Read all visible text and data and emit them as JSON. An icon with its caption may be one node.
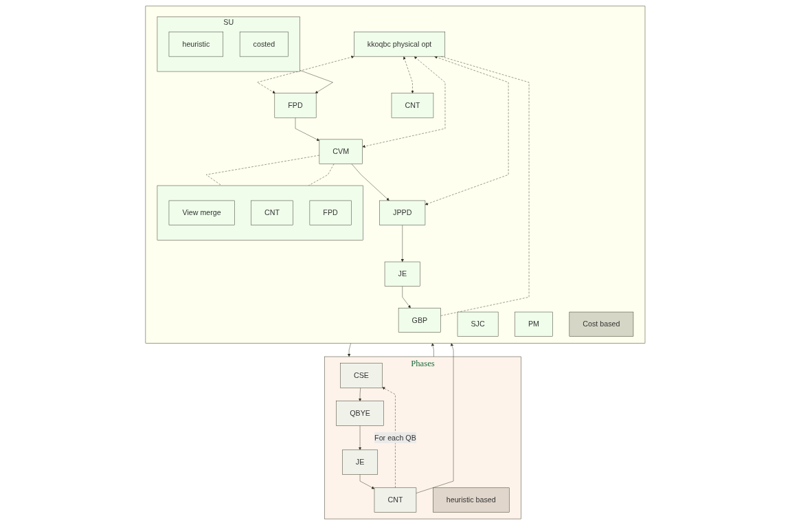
{
  "diagram": {
    "nodes": [
      {
        "text": [
          "Phases"
        ]
      },
      {
        "text": [
          "CSE"
        ],
        "in": 0
      },
      {
        "text": [
          "QBYE"
        ],
        "in": 0
      },
      {
        "text": [
          "JE"
        ],
        "in": 0
      },
      {
        "text": [
          "CNT"
        ],
        "in": 0
      },
      {
        "text": [
          "heuristic based"
        ],
        "in": 0
      },
      {
        "text": [],
        "shape": "box"
      },
      {
        "text": [
          "SU"
        ],
        "in": 6
      },
      {
        "text": [
          "heuristic"
        ],
        "in": 7
      },
      {
        "text": [
          "costed"
        ],
        "in": 7
      },
      {
        "text": [
          "FPD"
        ],
        "in": 6
      },
      {
        "text": [
          "CVM"
        ],
        "in": 6
      },
      {
        "text": [
          "JPPD"
        ],
        "in": 6
      },
      {
        "text": [
          "SJC"
        ],
        "in": 6
      },
      {
        "text": [
          "JE"
        ],
        "in": 6
      },
      {
        "text": [
          "CNT"
        ],
        "in": 6
      },
      {
        "text": [
          "PM"
        ],
        "in": 6
      },
      {
        "text": [
          "GBP"
        ],
        "in": 6
      },
      {
        "text": [
          "kkoqbc physical opt"
        ],
        "in": 6
      },
      {
        "text": [],
        "shape": "box",
        "in": 6
      },
      {
        "text": [
          "View merge"
        ],
        "in": 19
      },
      {
        "text": [
          "CNT"
        ],
        "in": 19
      },
      {
        "text": [
          "FPD"
        ],
        "in": 19
      },
      {
        "text": [
          "Cost based"
        ],
        "in": 6
      }
    ],
    "edges": [
      {
        "from": 1,
        "to": 2,
        "arrow": "to"
      },
      {
        "from": 2,
        "to": 3,
        "arrow": "to"
      },
      {
        "from": 3,
        "to": 4,
        "arrow": "to"
      },
      {
        "from": 4,
        "to": 1,
        "arrow": "to",
        "style": "dashed",
        "label": "For each QB"
      },
      {
        "from": 4,
        "to": 6,
        "arrow": "to"
      },
      {
        "from": 6,
        "to": 0,
        "arrow": "to"
      },
      {
        "from": 0,
        "to": 6,
        "arrow": "to"
      },
      {
        "from": 7,
        "to": 10,
        "arrow": "to"
      },
      {
        "from": 10,
        "to": 11,
        "arrow": "to"
      },
      {
        "from": 11,
        "to": 12,
        "arrow": "to"
      },
      {
        "from": 12,
        "to": 14,
        "arrow": "to"
      },
      {
        "from": 14,
        "to": 17,
        "arrow": "to"
      },
      {
        "from": 18,
        "to": 10,
        "arrow": "both",
        "style": "dashed"
      },
      {
        "from": 18,
        "to": 11,
        "arrow": "both",
        "style": "dashed"
      },
      {
        "from": 18,
        "to": 12,
        "arrow": "both",
        "style": "dashed"
      },
      {
        "from": 18,
        "to": 15,
        "arrow": "both",
        "style": "dashed"
      },
      {
        "from": 18,
        "to": 17,
        "arrow": "none",
        "style": "dashed"
      },
      {
        "from": 11,
        "to": 19,
        "arrow": "none",
        "style": "dashed"
      },
      {
        "from": 11,
        "to": 19,
        "arrow": "none",
        "style": "dashed"
      }
    ]
  }
}
